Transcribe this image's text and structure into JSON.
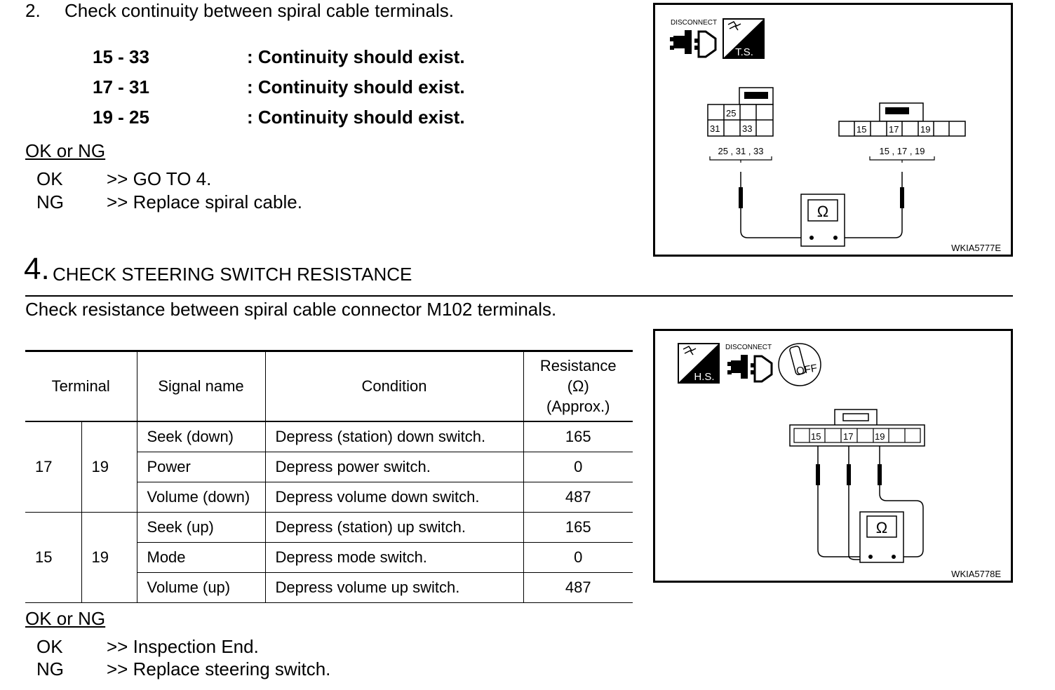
{
  "step2": {
    "number": "2.",
    "text": "Check continuity between spiral cable terminals.",
    "pairs": [
      {
        "terms": "15 - 33",
        "result": ": Continuity should exist."
      },
      {
        "terms": "17 - 31",
        "result": ": Continuity should exist."
      },
      {
        "terms": "19 - 25",
        "result": ": Continuity should exist."
      }
    ],
    "ok_ng_title": "OK or NG",
    "ok_label": "OK",
    "ok_action": ">> GO TO 4.",
    "ng_label": "NG",
    "ng_action": ">> Replace  spiral  cable."
  },
  "step4": {
    "number": "4.",
    "title": "CHECK STEERING SWITCH RESISTANCE",
    "intro": "Check resistance between spiral cable connector M102 terminals.",
    "table": {
      "headers": {
        "terminal": "Terminal",
        "signal": "Signal name",
        "condition": "Condition",
        "resistance_line1": "Resistance",
        "resistance_line2": "(Ω)",
        "resistance_line3": "(Approx.)"
      },
      "groups": [
        {
          "t1": "17",
          "t2": "19",
          "rows": [
            {
              "signal": "Seek (down)",
              "condition": "Depress (station) down switch.",
              "resistance": "165"
            },
            {
              "signal": "Power",
              "condition": "Depress power switch.",
              "resistance": "0"
            },
            {
              "signal": "Volume (down)",
              "condition": "Depress volume down switch.",
              "resistance": "487"
            }
          ]
        },
        {
          "t1": "15",
          "t2": "19",
          "rows": [
            {
              "signal": "Seek (up)",
              "condition": "Depress (station) up switch.",
              "resistance": "165"
            },
            {
              "signal": "Mode",
              "condition": "Depress mode switch.",
              "resistance": "0"
            },
            {
              "signal": "Volume (up)",
              "condition": "Depress volume up switch.",
              "resistance": "487"
            }
          ]
        }
      ]
    },
    "ok_ng_title": "OK or NG",
    "ok_label": "OK",
    "ok_action": ">> Inspection End.",
    "ng_label": "NG",
    "ng_action": ">> Replace steering switch."
  },
  "figure1": {
    "disconnect_label": "DISCONNECT",
    "ts_label": "T.S.",
    "conn_a_pins": [
      "25",
      "31",
      "33"
    ],
    "conn_b_pins": [
      "15",
      "17",
      "19"
    ],
    "group_a_label": "25 , 31 , 33",
    "group_b_label": "15 , 17 , 19",
    "meter_symbol": "Ω",
    "ref": "WKIA5777E"
  },
  "figure2": {
    "hs_label": "H.S.",
    "disconnect_label": "DISCONNECT",
    "off_label": "OFF",
    "pins": [
      "15",
      "17",
      "19"
    ],
    "meter_symbol": "Ω",
    "ref": "WKIA5778E"
  }
}
